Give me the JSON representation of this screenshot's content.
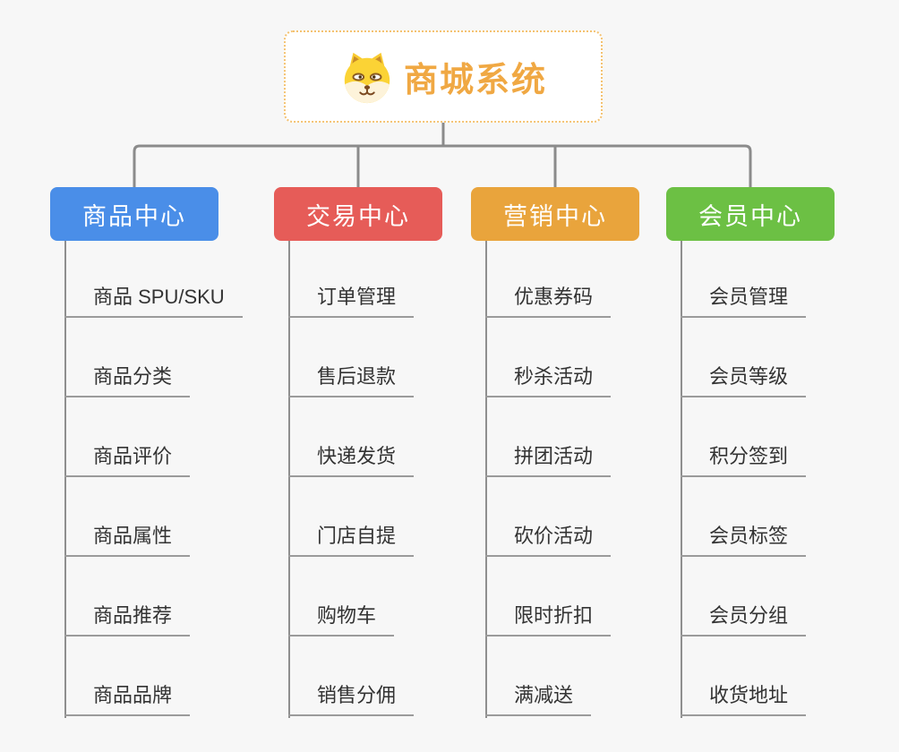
{
  "root": {
    "label": "商城系统",
    "icon": "dog-face-icon"
  },
  "branches": [
    {
      "label": "商品中心",
      "color": "#4a8ee8",
      "children": [
        "商品 SPU/SKU",
        "商品分类",
        "商品评价",
        "商品属性",
        "商品推荐",
        "商品品牌"
      ]
    },
    {
      "label": "交易中心",
      "color": "#e65c58",
      "children": [
        "订单管理",
        "售后退款",
        "快递发货",
        "门店自提",
        "购物车",
        "销售分佣"
      ]
    },
    {
      "label": "营销中心",
      "color": "#e9a43c",
      "children": [
        "优惠券码",
        "秒杀活动",
        "拼团活动",
        "砍价活动",
        "限时折扣",
        "满减送"
      ]
    },
    {
      "label": "会员中心",
      "color": "#6cc044",
      "children": [
        "会员管理",
        "会员等级",
        "积分签到",
        "会员标签",
        "会员分组",
        "收货地址"
      ]
    }
  ],
  "colors": {
    "background": "#f7f7f7",
    "connector_line": "#8b8b8b",
    "leaf_underline": "#9b9b9b",
    "leaf_text": "#333333",
    "root_accent": "#f0a843",
    "root_border": "#f4c271"
  }
}
